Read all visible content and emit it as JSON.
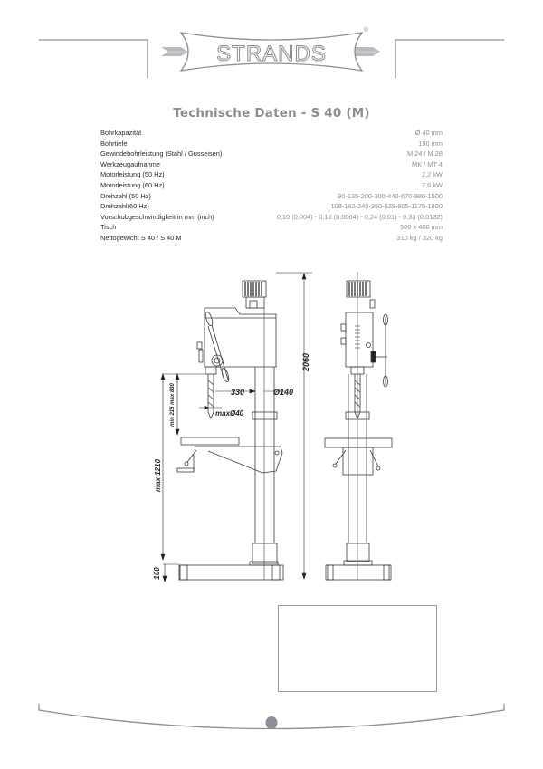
{
  "header": {
    "logo_text": "STRANDS",
    "logo_mark": "®"
  },
  "title": "Technische Daten - S 40 (M)",
  "specs": [
    {
      "label": "Bohrkapazität",
      "value": "Ø 40 mm"
    },
    {
      "label": "Bohrtiefe",
      "value": "190 mm"
    },
    {
      "label": "Gewindebohrleistung (Stahl / Gusseisen)",
      "value": "M 24 / M 28"
    },
    {
      "label": "Werkzeugaufnahme",
      "value": "MK / MT 4"
    },
    {
      "label": "Motorleistung (50 Hz)",
      "value": "2,2 kW"
    },
    {
      "label": "Motorleistung (60 Hz)",
      "value": "2,6 kW"
    },
    {
      "label": "Drehzahl (50 Hz)",
      "value": "90-135-200-300-440-670-980-1500"
    },
    {
      "label": "Drehzahl(60 Hz)",
      "value": "108-162-240-360-528-805-1175-1800"
    },
    {
      "label": "Vorschubgeschwindigkeit in mm (inch)",
      "value": "0,10 (0,004) - 0,16 (0,0064) - 0,24 (0,01) - 0,33 (0,0132)"
    },
    {
      "label": "Tisch",
      "value": "500 x 400 mm"
    },
    {
      "label": "Nettogewicht S 40 / S 40 M",
      "value": "310 kg / 320 kg"
    }
  ],
  "drawing": {
    "dim_height": "2060",
    "dim_reach": "330",
    "dim_column": "Ø140",
    "dim_capacity": "maxØ40",
    "dim_spindle_table": "min 215 max 830",
    "dim_table_height": "max 1210",
    "dim_base": "100"
  },
  "colors": {
    "frame": "#8e8e8e",
    "title": "#8a8d92",
    "page_dot": "#8a8f98"
  }
}
